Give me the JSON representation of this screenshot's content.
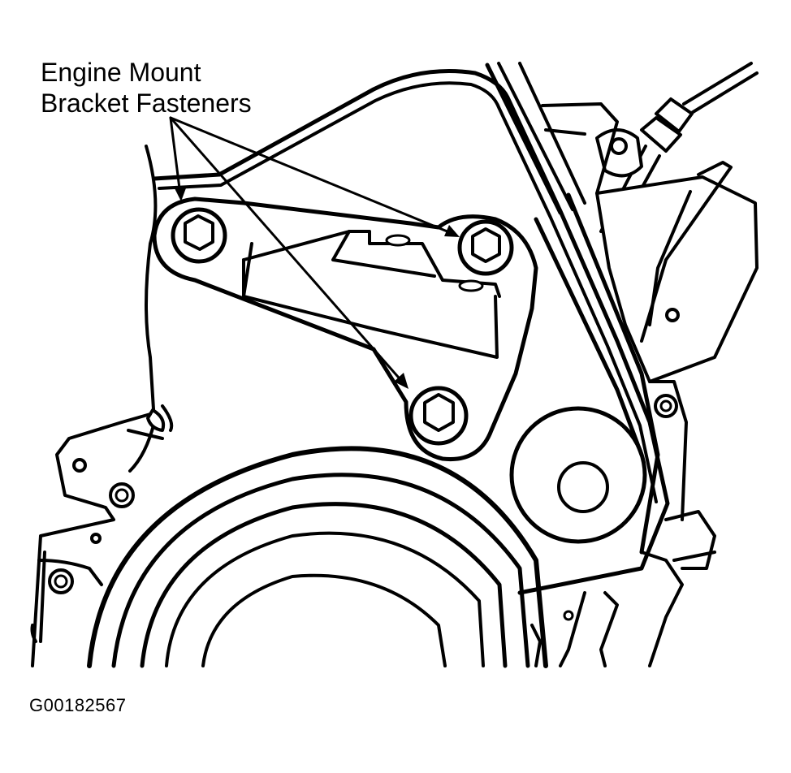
{
  "callout": {
    "line1": "Engine Mount",
    "line2": "Bracket Fasteners"
  },
  "figure_id": "G00182567",
  "fastener_count": 3,
  "colors": {
    "ink": "#000000",
    "paper": "#ffffff"
  }
}
